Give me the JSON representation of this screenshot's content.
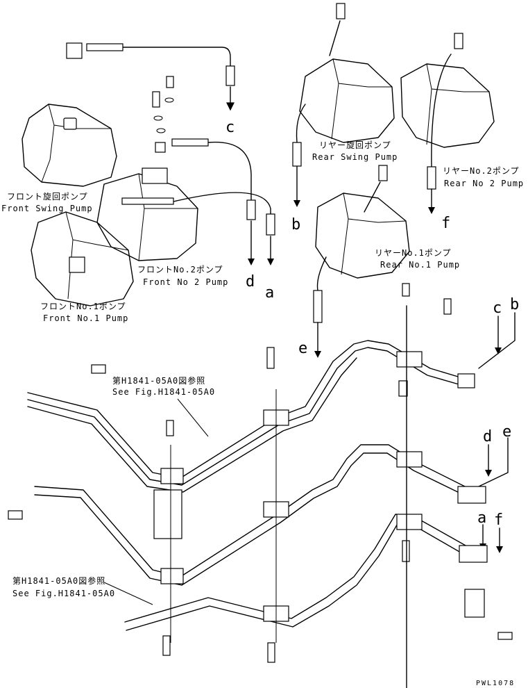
{
  "labels": {
    "front_swing_pump_jp": "フロント旋回ポンプ",
    "front_swing_pump_en": "Front Swing Pump",
    "front_no2_pump_jp": "フロントNo.2ポンプ",
    "front_no2_pump_en": "Front No 2 Pump",
    "front_no1_pump_jp": "フロントNo.1ポンプ",
    "front_no1_pump_en": "Front No.1 Pump",
    "rear_swing_pump_jp": "リヤー旋回ポンプ",
    "rear_swing_pump_en": "Rear Swing Pump",
    "rear_no2_pump_jp": "リヤーNo.2ポンプ",
    "rear_no2_pump_en": "Rear No 2 Pump",
    "rear_no1_pump_jp": "リヤーNo.1ポンプ",
    "rear_no1_pump_en": "Rear No.1 Pump",
    "see_fig_top_jp": "第H1841-05A0図参照",
    "see_fig_top_en": "See Fig.H1841-05A0",
    "see_fig_bottom_jp": "第H1841-05A0図参照",
    "see_fig_bottom_en": "See Fig.H1841-05A0",
    "drawing_code": "PWL1078"
  },
  "connection_letters": {
    "c_top": "c",
    "d_left": "d",
    "a_left": "a",
    "b_top": "b",
    "f_top": "f",
    "e_mid": "e",
    "c_right": "c",
    "b_right": "b",
    "d_right": "d",
    "e_right": "e",
    "a_right": "a",
    "f_right": "f"
  }
}
